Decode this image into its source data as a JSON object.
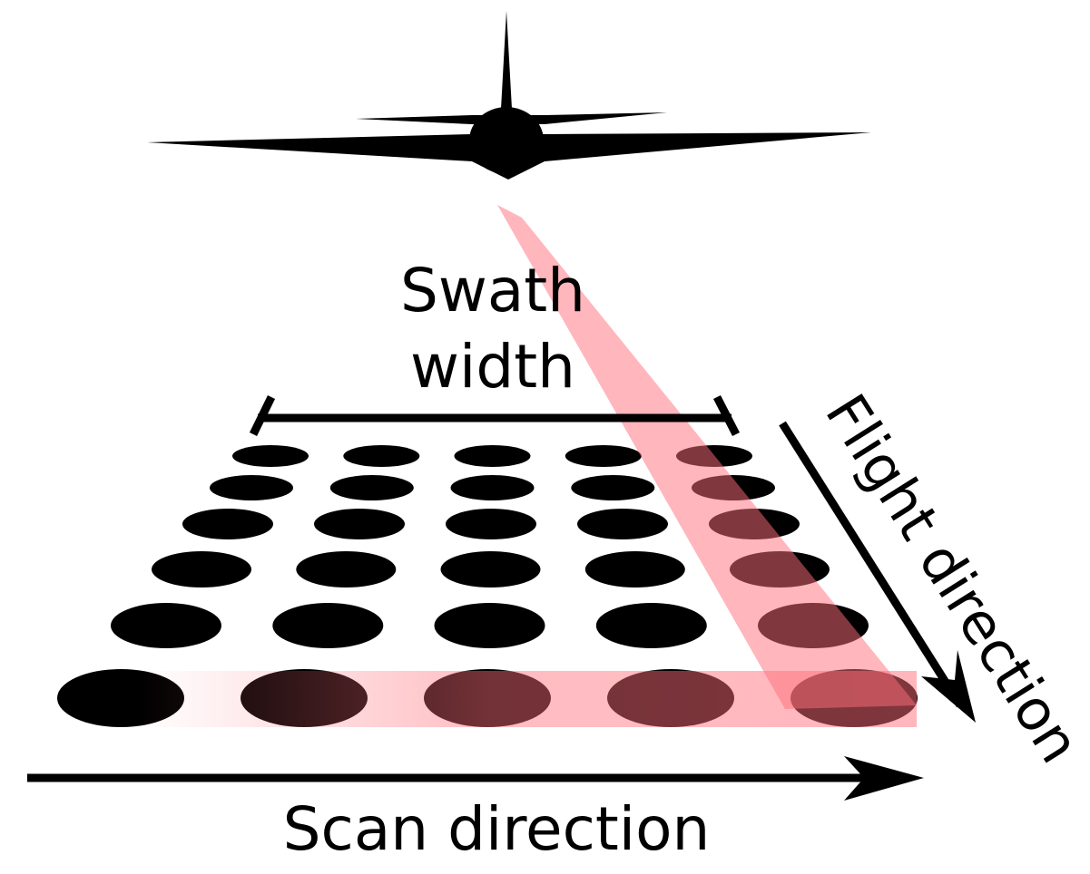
{
  "labels": {
    "swath_line1": "Swath",
    "swath_line2": "width",
    "flight_direction": "Flight direction",
    "scan_direction": "Scan direction"
  },
  "grid": {
    "rows": 6,
    "columns": 5
  },
  "colors": {
    "ink": "#000000",
    "beam": "#ff6e7a",
    "background": "#ffffff"
  },
  "icons": {
    "aircraft": "airplane-silhouette-icon"
  }
}
